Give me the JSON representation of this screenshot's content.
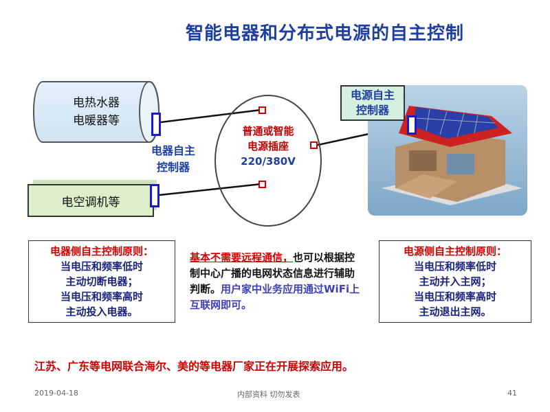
{
  "title": "智能电器和分布式电源的自主控制",
  "appliance_top": {
    "line1": "电热水器",
    "line2": "电暖器等"
  },
  "appliance_bottom": "电空调机等",
  "appliance_controller": {
    "line1": "电器自主",
    "line2": "控制器"
  },
  "socket": {
    "line1": "普通或智能",
    "line2": "电源插座",
    "line3": "220/380V"
  },
  "power_controller": {
    "line1": "电源自主",
    "line2": "控制器"
  },
  "left_box": {
    "heading": "电器侧自主控制原则：",
    "lines": [
      "当电压和频率低时",
      "主动切断电器；",
      "当电压和频率高时",
      "主动投入电器。"
    ]
  },
  "middle": {
    "underlined": "基本不需要远程通信，",
    "black": "也可以根据控制中心广播的电网状态信息进行辅助判断。",
    "blue": "用户家中业务应用通过WiFi上互联网即可。"
  },
  "right_box": {
    "heading": "电源侧自主控制原则：",
    "lines": [
      "当电压和频率低时",
      "主动并入主网；",
      "当电压和频率高时",
      "主动退出主网。"
    ]
  },
  "bottom_note": "江苏、广东等电网联合海尔、美的等电器厂家正在开展探索应用。",
  "footer": {
    "date": "2019-04-18",
    "center": "内部资料 切勿发表",
    "page": "41"
  }
}
